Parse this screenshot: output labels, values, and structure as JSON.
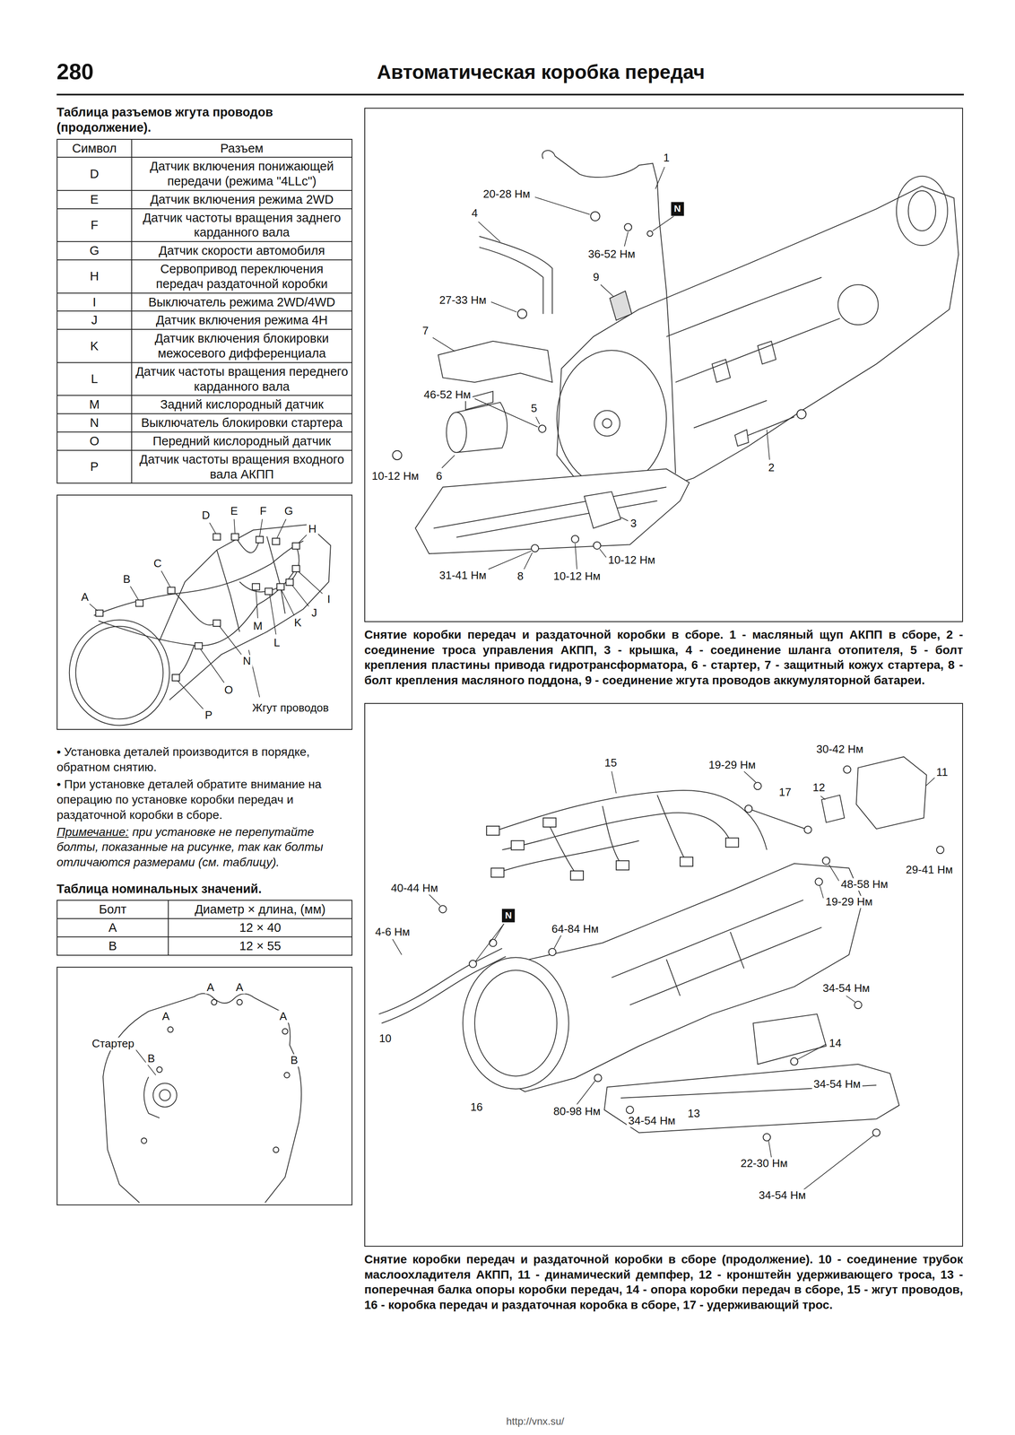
{
  "diagram": {
    "title": "Автоматическая коробка передач",
    "labels": [
      "280",
      "Таблица разъемов жгута проводов (продолжение).",
      "Символ",
      "Разъем",
      "D",
      "Датчик включения понижающей передачи (режима \"4LLc\")",
      "E",
      "Датчик включения режима 2WD",
      "F",
      "Датчик частоты вращения заднего карданного вала",
      "G",
      "Датчик скорости автомобиля",
      "H",
      "Сервопривод переключения передач раздаточной коробки",
      "I",
      "Выключатель режима 2WD/4WD",
      "J",
      "Датчик включения режима 4H",
      "K",
      "Датчик включения блокировки межосевого дифференциала",
      "L",
      "Датчик частоты вращения переднего карданного вала",
      "M",
      "Задний кислородный датчик",
      "N",
      "Выключатель блокировки стартера",
      "O",
      "Передний кислородный датчик",
      "P",
      "Датчик частоты вращения входного вала АКПП",
      "D",
      "E",
      "F",
      "G",
      "H",
      "C",
      "B",
      "A",
      "I",
      "J",
      "K",
      "M",
      "L",
      "N",
      "O",
      "P",
      "Жгут проводов",
      "• Установка деталей производится в порядке, обратном снятию.",
      "• При установке деталей обратите внимание на операцию по установке коробки передач и раздаточной коробки в сборе.",
      "Примечание:",
      "при установке не перепутайте болты, показанные на рисунке, так как болты отличаются размерами (см. таблицу).",
      "Таблица номинальных значений.",
      "Болт",
      "Диаметр × длина, (мм)",
      "A",
      "12 × 40",
      "B",
      "12 × 55",
      "A",
      "A",
      "A",
      "A",
      "Стартер",
      "B",
      "B",
      "1",
      "20-28 Нм",
      "4",
      "N",
      "36-52 Нм",
      "9",
      "27-33 Нм",
      "7",
      "46-52 Нм",
      "5",
      "10-12 Нм",
      "6",
      "2",
      "3",
      "10-12 Нм",
      "31-41 Нм",
      "8",
      "10-12 Нм",
      "Снятие коробки передач и раздаточной коробки в сборе. 1 - масляный щуп АКПП в сборе, 2 - соединение троса управления АКПП, 3 - крышка, 4 - соединение шланга отопителя, 5 - болт крепления пластины привода гидротрансформатора, 6 - стартер, 7 - защитный кожух стартера, 8 - болт крепления масляного поддона, 9 - соединение жгута проводов аккумуляторной батареи.",
      "15",
      "19-29 Нм",
      "30-42 Нм",
      "11",
      "12",
      "17",
      "29-41 Нм",
      "48-58 Нм",
      "19-29 Нм",
      "40-44 Нм",
      "N",
      "64-84 Нм",
      "4-6 Нм",
      "34-54 Нм",
      "10",
      "14",
      "34-54 Нм",
      "16",
      "80-98 Нм",
      "13",
      "34-54 Нм",
      "22-30 Нм",
      "34-54 Нм",
      "Снятие коробки передач и раздаточной коробки в сборе (продолжение). 10 - соединение трубок маслоохладителя АКПП, 11 - динамический демпфер, 12 - кронштейн удерживающего троса, 13 - поперечная балка опоры коробки передач, 14 - опора коробки передач в сборе, 15 - жгут проводов, 16 - коробка передач и раздаточная коробка в сборе, 17 - удерживающий трос.",
      "http://vnx.su/"
    ]
  }
}
